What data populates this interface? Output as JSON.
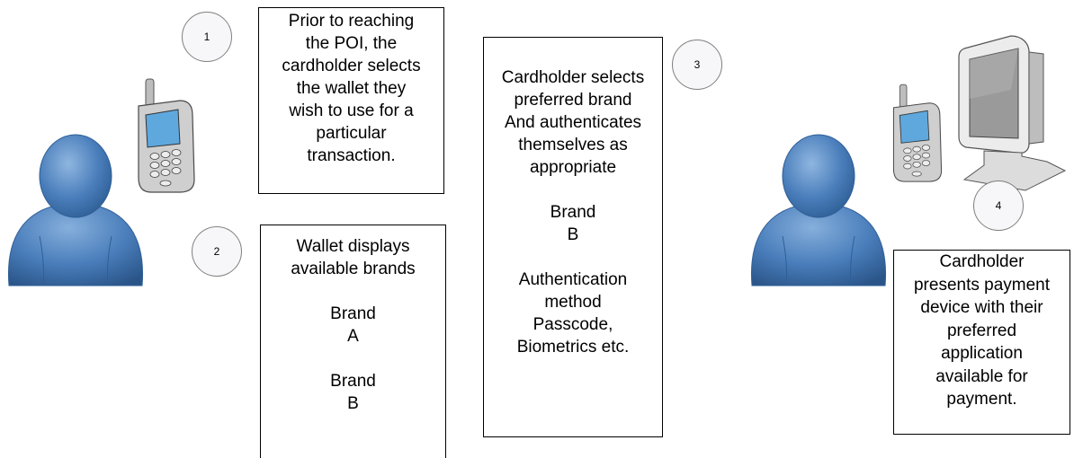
{
  "steps": [
    {
      "number": "1"
    },
    {
      "number": "2"
    },
    {
      "number": "3"
    },
    {
      "number": "4"
    }
  ],
  "boxes": {
    "step1": [
      "Prior to reaching",
      "the POI, the",
      "cardholder selects",
      "the wallet they",
      "wish to use for a",
      "particular",
      "transaction."
    ],
    "step2_intro": [
      "Wallet displays",
      "available brands"
    ],
    "step2_brand_a": [
      "Brand",
      "A"
    ],
    "step2_brand_b": [
      "Brand",
      "B"
    ],
    "step3_intro": [
      "Cardholder selects",
      "preferred brand",
      "And authenticates",
      "themselves as",
      "appropriate"
    ],
    "step3_brand": [
      "Brand",
      "B"
    ],
    "step3_auth": [
      "Authentication",
      "method",
      "Passcode,",
      "Biometrics etc."
    ],
    "step4": [
      "Cardholder",
      "presents payment",
      "device with their",
      "preferred",
      "application",
      "available for",
      "payment."
    ]
  },
  "colors": {
    "person_fill": "#4a7ebb",
    "person_dark": "#2f5f96",
    "phone_body": "#c9c9c9",
    "phone_screen": "#5fa8de",
    "monitor_body": "#e6e6e6",
    "monitor_screen": "#9a9a9a"
  },
  "icons": [
    "person-icon",
    "mobile-phone-icon",
    "computer-monitor-icon"
  ]
}
